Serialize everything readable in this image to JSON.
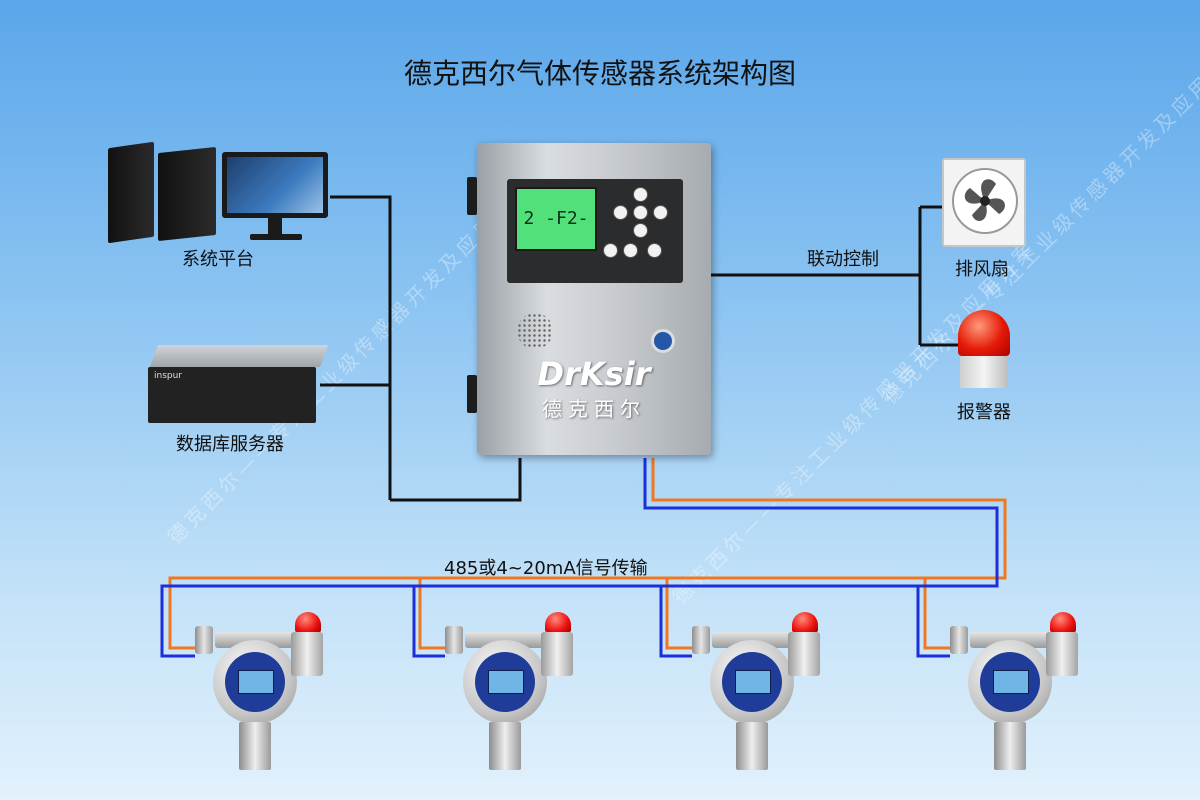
{
  "title": "德克西尔气体传感器系统架构图",
  "labels": {
    "system_platform": "系统平台",
    "database_server": "数据库服务器",
    "linkage_control": "联动控制",
    "exhaust_fan": "排风扇",
    "alarm": "报警器",
    "signal_transmission": "485或4~20mA信号传输"
  },
  "controller": {
    "lcd_text": "2 -F2-",
    "brand": "DrKsir",
    "brand_cn": "德克西尔"
  },
  "watermark": "德克西尔——专注工业级传感器开发及应用方案",
  "server_brand": "inspur",
  "colors": {
    "wire_black": "#111111",
    "wire_orange": "#f07820",
    "wire_blue": "#1c2fd8"
  }
}
